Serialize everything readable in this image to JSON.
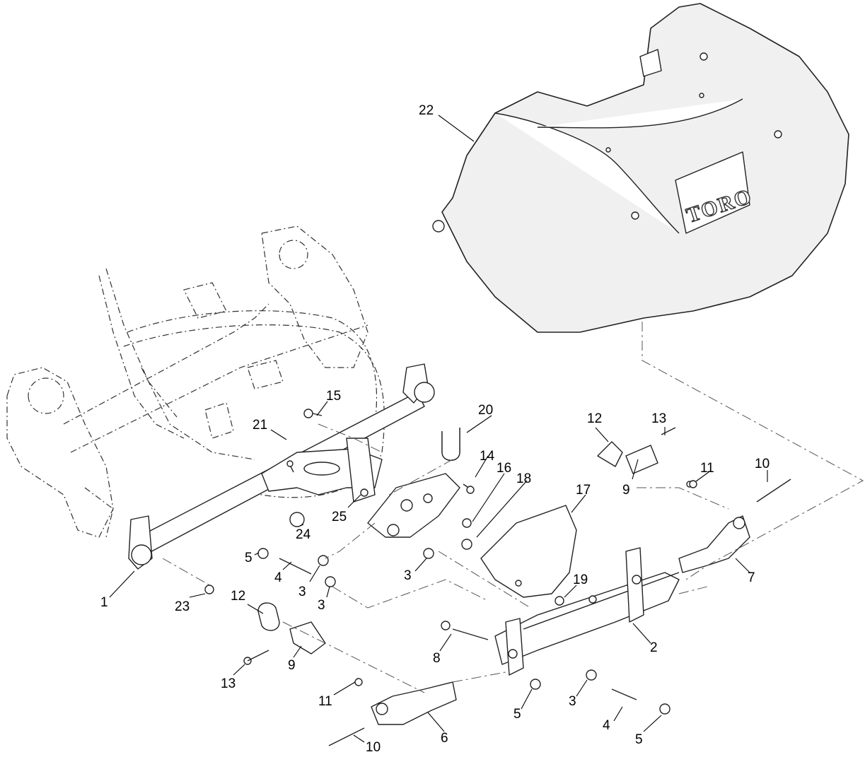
{
  "logo_text": "TORO",
  "callouts": [
    {
      "id": "c22",
      "label": "22"
    },
    {
      "id": "c15",
      "label": "15"
    },
    {
      "id": "c21",
      "label": "21"
    },
    {
      "id": "c20",
      "label": "20"
    },
    {
      "id": "c12a",
      "label": "12"
    },
    {
      "id": "c13a",
      "label": "13"
    },
    {
      "id": "c14",
      "label": "14"
    },
    {
      "id": "c16",
      "label": "16"
    },
    {
      "id": "c18",
      "label": "18"
    },
    {
      "id": "c17",
      "label": "17"
    },
    {
      "id": "c11a",
      "label": "11"
    },
    {
      "id": "c10a",
      "label": "10"
    },
    {
      "id": "c9a",
      "label": "9"
    },
    {
      "id": "c25",
      "label": "25"
    },
    {
      "id": "c24",
      "label": "24"
    },
    {
      "id": "c5a",
      "label": "5"
    },
    {
      "id": "c4a",
      "label": "4"
    },
    {
      "id": "c3a",
      "label": "3"
    },
    {
      "id": "c3b",
      "label": "3"
    },
    {
      "id": "c3c",
      "label": "3"
    },
    {
      "id": "c7",
      "label": "7"
    },
    {
      "id": "c1",
      "label": "1"
    },
    {
      "id": "c23",
      "label": "23"
    },
    {
      "id": "c12b",
      "label": "12"
    },
    {
      "id": "c19",
      "label": "19"
    },
    {
      "id": "c2",
      "label": "2"
    },
    {
      "id": "c8",
      "label": "8"
    },
    {
      "id": "c9b",
      "label": "9"
    },
    {
      "id": "c13b",
      "label": "13"
    },
    {
      "id": "c11b",
      "label": "11"
    },
    {
      "id": "c6",
      "label": "6"
    },
    {
      "id": "c5b",
      "label": "5"
    },
    {
      "id": "c3d",
      "label": "3"
    },
    {
      "id": "c4b",
      "label": "4"
    },
    {
      "id": "c5c",
      "label": "5"
    },
    {
      "id": "c10b",
      "label": "10"
    }
  ]
}
